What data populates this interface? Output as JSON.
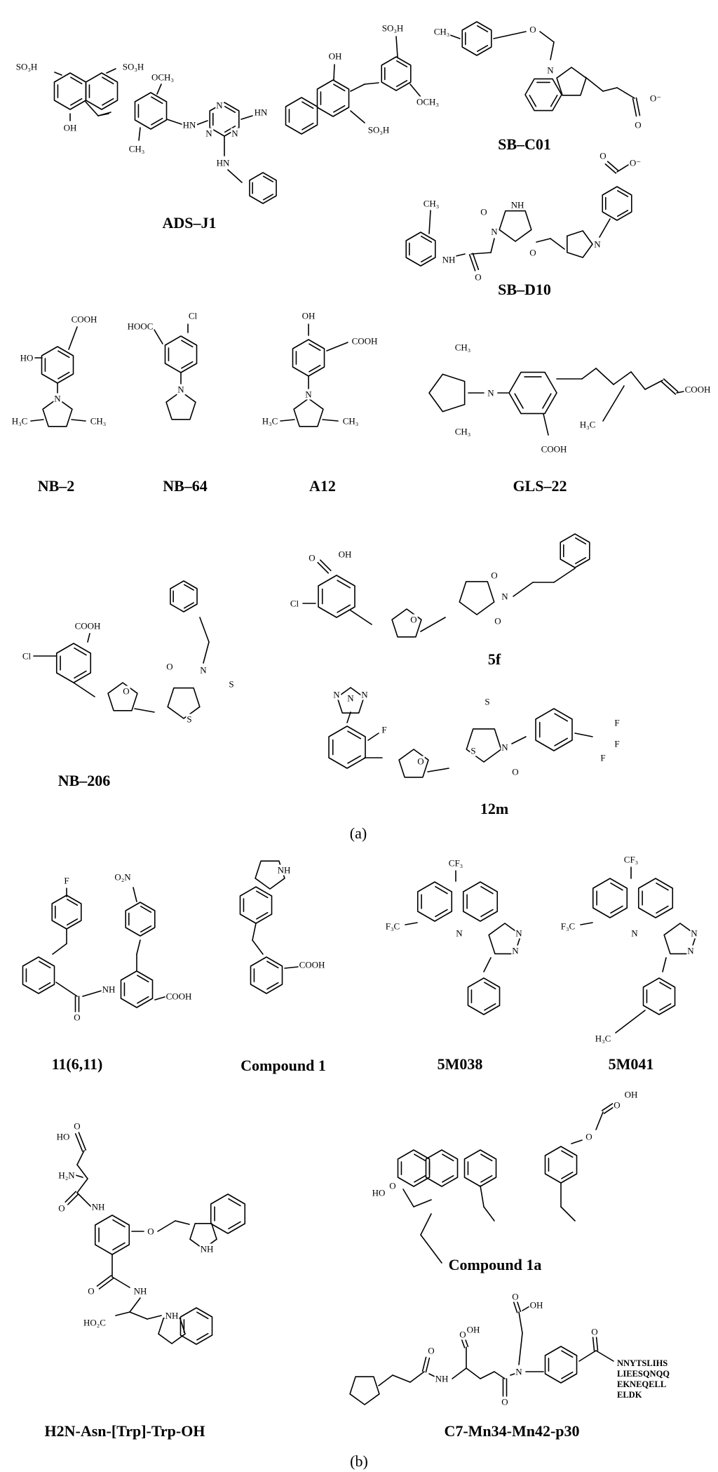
{
  "panels": {
    "a": "(a)",
    "b": "(b)"
  },
  "compounds": {
    "ads_j1": "ADS–J1",
    "sb_c01": "SB–C01",
    "sb_d10": "SB–D10",
    "nb2": "NB–2",
    "nb64": "NB–64",
    "a12": "A12",
    "gls22": "GLS–22",
    "nb206": "NB–206",
    "c5f": "5f",
    "c12m": "12m",
    "c11": "11(6,11)",
    "compound1": "Compound 1",
    "m038": "5M038",
    "m041": "5M041",
    "compound1a": "Compound  1a",
    "h2n": "H2N-Asn-[Trp]-Trp-OH",
    "c7": "C7-Mn34-Mn42-p30"
  },
  "atoms": {
    "so3h": "SO₃H",
    "oh": "OH",
    "och3": "OCH₃",
    "hn": "HN",
    "n": "N",
    "nh": "NH",
    "o": "O",
    "s": "S",
    "f": "F",
    "cl": "Cl",
    "cooh": "COOH",
    "hooc": "HOOC",
    "ho2c": "HO₂C",
    "h3c": "H₃C",
    "ch3": "CH₃",
    "cf3": "CF₃",
    "f3c": "F₃C",
    "o2n": "O₂N",
    "ho": "HO",
    "h2n": "H₂N",
    "o_minus": "O⁻",
    "oh_tail": "OH"
  },
  "peptide_lines": [
    "NNYTSLIHS",
    "LIEESQNQQ",
    "EKNEQELL",
    "ELDK"
  ]
}
